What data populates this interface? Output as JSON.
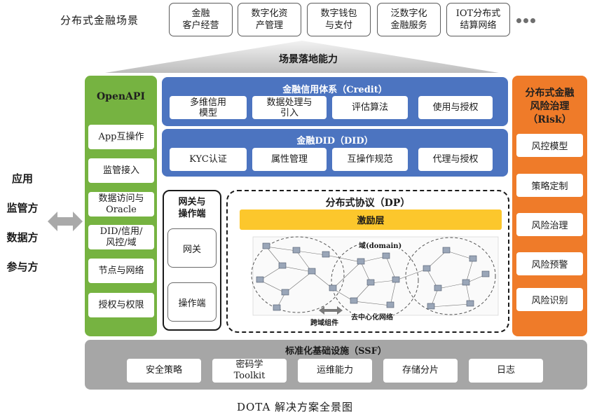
{
  "scenario": {
    "title": "分布式金融场景",
    "items": [
      "金融\n客户经营",
      "数字化资\n产管理",
      "数字钱包\n与支付",
      "泛数字化\n金融服务",
      "IOT分布式\n结算网络"
    ],
    "roof_label": "场景落地能力"
  },
  "left_labels": [
    "应用",
    "监管方",
    "数据方",
    "参与方"
  ],
  "openapi": {
    "title": "OpenAPI",
    "items": [
      "App互操作",
      "监管接入",
      "数据访问与\nOracle",
      "DID/信用/\n风控/域",
      "节点与网络",
      "授权与权限"
    ]
  },
  "credit": {
    "title": "金融信用体系（Credit）",
    "items": [
      "多维信用\n模型",
      "数据处理与\n引入",
      "评估算法",
      "使用与授权"
    ]
  },
  "did": {
    "title": "金融DID（DID）",
    "items": [
      "KYC认证",
      "属性管理",
      "互操作规范",
      "代理与授权"
    ]
  },
  "risk": {
    "title": "分布式金融\n风险治理\n（Risk）",
    "items": [
      "风控模型",
      "策略定制",
      "风险治理",
      "风险预警",
      "风险识别"
    ]
  },
  "gateway": {
    "title": "网关与\n操作端",
    "items": [
      "网关",
      "操作端"
    ]
  },
  "dp": {
    "title": "分布式协议（DP）",
    "incentive": "激励层",
    "domain_label": "域(domain)",
    "cross_label": "跨域组件",
    "decentral_label": "去中心化网络"
  },
  "ssf": {
    "title": "标准化基础设施（SSF）",
    "items": [
      "安全策略",
      "密码学\nToolkit",
      "运维能力",
      "存储分片",
      "日志"
    ]
  },
  "caption": "DOTA 解决方案全景图",
  "colors": {
    "green": "#76b341",
    "blue": "#4c74c0",
    "orange": "#ef7b29",
    "yellow": "#fcc72c",
    "grey": "#a6a6a6"
  }
}
